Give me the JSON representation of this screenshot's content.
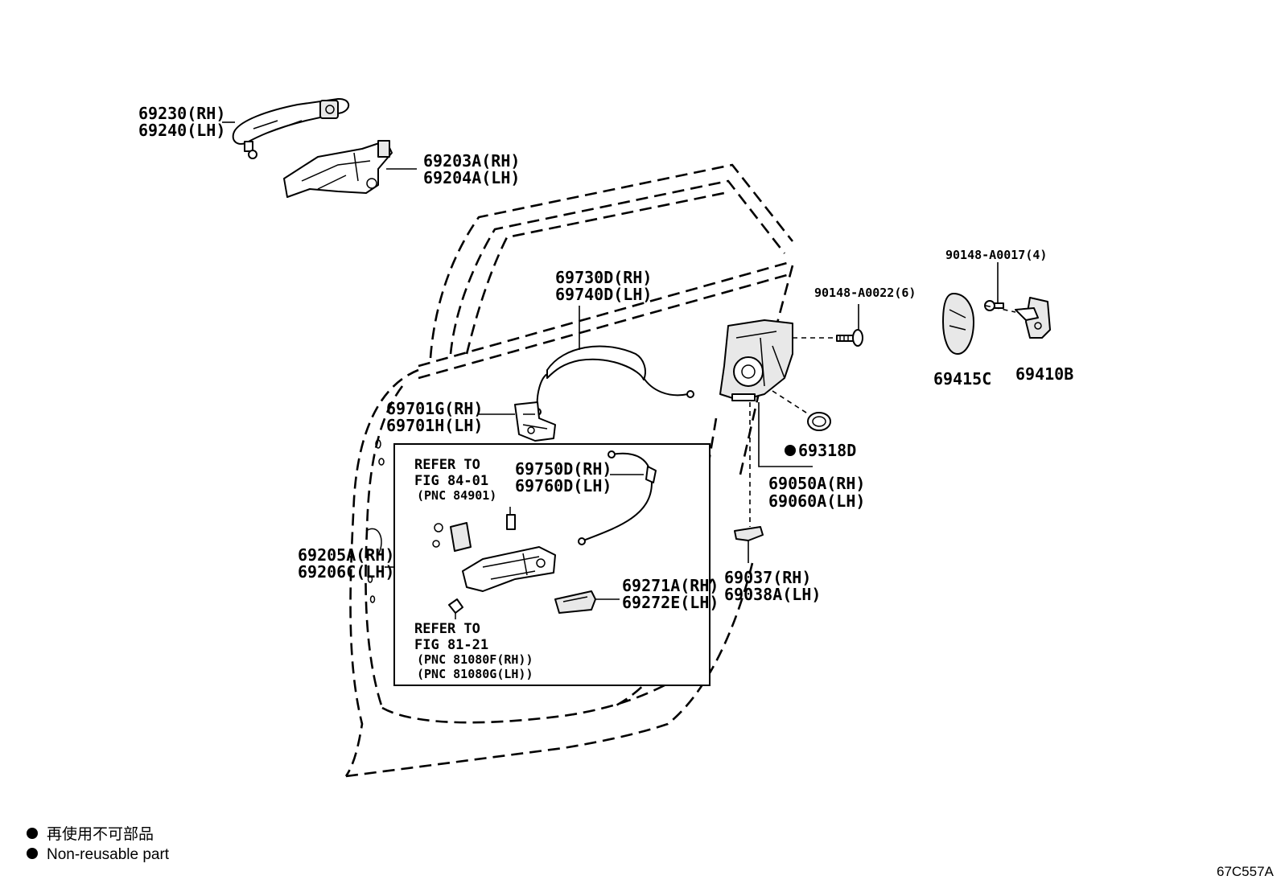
{
  "labels": {
    "outer_handle": [
      "69230(RH)",
      "69240(LH)"
    ],
    "outer_frame": [
      "69203A(RH)",
      "69204A(LH)"
    ],
    "cable_upper": [
      "69730D(RH)",
      "69740D(LH)"
    ],
    "screw_large": "90148-A0022(6)",
    "screw_small": "90148-A0017(4)",
    "cover": "69415C",
    "striker": "69410B",
    "protector": [
      "69701G(RH)",
      "69701H(LH)"
    ],
    "seal": "69318D",
    "lock_assy": [
      "69050A(RH)",
      "69060A(LH)"
    ],
    "cable_inner": [
      "69750D(RH)",
      "69760D(LH)"
    ],
    "inside_handle": [
      "69205A(RH)",
      "69206C(LH)"
    ],
    "bezel": [
      "69271A(RH)",
      "69272E(LH)"
    ],
    "rod_clip": [
      "69037(RH)",
      "69038A(LH)"
    ]
  },
  "refer_top": [
    "REFER TO",
    "FIG 84-01",
    "(PNC 84901)"
  ],
  "refer_bottom": [
    "REFER TO",
    "FIG 81-21",
    "(PNC 81080F(RH))",
    "(PNC 81080G(LH))"
  ],
  "legend": {
    "jp": "再使用不可部品",
    "en": "Non-reusable part"
  },
  "diagram_code": "67C557A"
}
